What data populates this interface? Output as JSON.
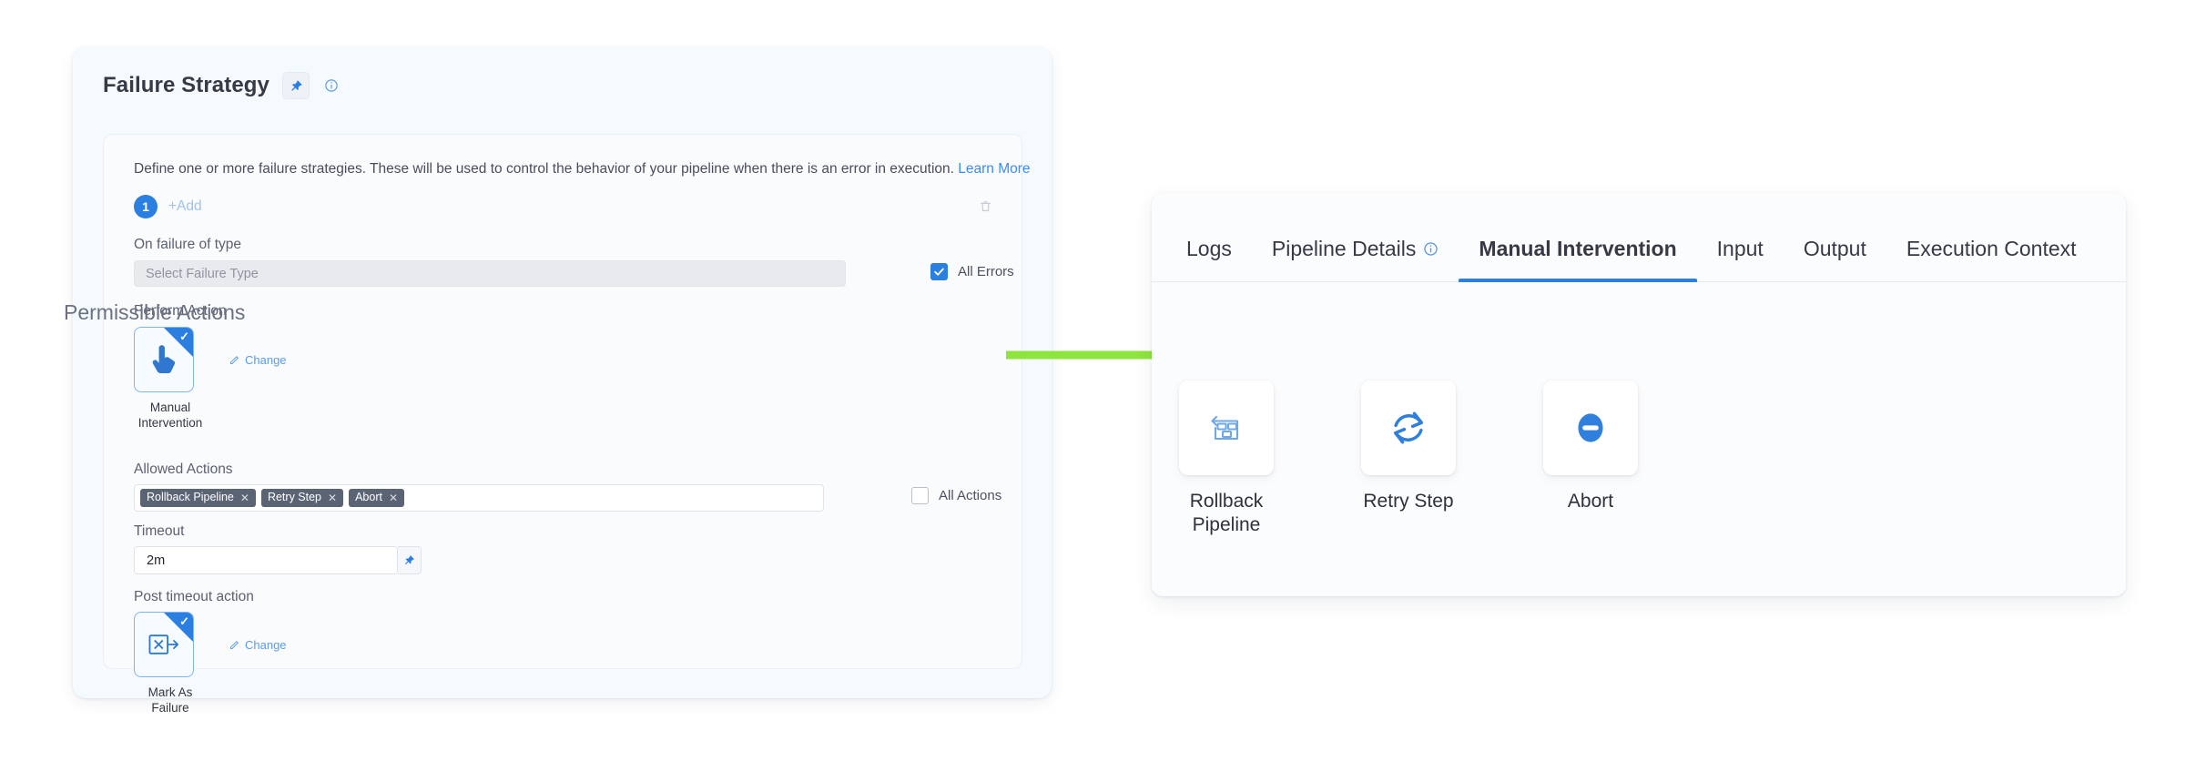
{
  "failure_strategy": {
    "title": "Failure Strategy",
    "pin_icon": "pin-icon",
    "info_icon": "info-circle-icon",
    "description": "Define one or more failure strategies. These will be used to control the behavior of your pipeline when there is an error in execution.",
    "learn_more": "Learn More",
    "strategy_index": "1",
    "add_label": "+Add",
    "delete_icon": "trash-icon",
    "on_failure": {
      "label": "On failure of type",
      "placeholder": "Select Failure Type",
      "value": "",
      "all_errors_label": "All Errors",
      "all_errors_checked": true
    },
    "perform_action": {
      "label": "Perform Action",
      "selected": "Manual\nIntervention",
      "selected_line1": "Manual",
      "selected_line2": "Intervention",
      "icon": "pointing-hand-icon",
      "change_label": "Change",
      "selected_check": "✓"
    },
    "allowed_actions": {
      "label": "Allowed Actions",
      "chips": [
        "Rollback Pipeline",
        "Retry Step",
        "Abort"
      ],
      "chip_remove_glyph": "✕",
      "all_actions_label": "All Actions",
      "all_actions_checked": false
    },
    "timeout": {
      "label": "Timeout",
      "value": "2m",
      "pin_icon": "pin-icon"
    },
    "post_timeout_action": {
      "label": "Post timeout action",
      "selected_line1": "Mark As",
      "selected_line2": "Failure",
      "icon": "mark-as-failure-icon",
      "change_label": "Change",
      "selected_check": "✓"
    }
  },
  "connector": {
    "type": "arrow-right",
    "color": "#8ee53f"
  },
  "execution_panel": {
    "tabs": [
      {
        "label": "Logs",
        "active": false,
        "info_icon": false
      },
      {
        "label": "Pipeline Details",
        "active": false,
        "info_icon": true
      },
      {
        "label": "Manual Intervention",
        "active": true,
        "info_icon": false
      },
      {
        "label": "Input",
        "active": false,
        "info_icon": false
      },
      {
        "label": "Output",
        "active": false,
        "info_icon": false
      },
      {
        "label": "Execution Context",
        "active": false,
        "info_icon": false
      }
    ],
    "section_title": "Permissible Actions",
    "actions": [
      {
        "label_line1": "Rollback",
        "label_line2": "Pipeline",
        "icon": "rollback-pipeline-icon"
      },
      {
        "label_line1": "Retry Step",
        "label_line2": "",
        "icon": "retry-step-icon"
      },
      {
        "label_line1": "Abort",
        "label_line2": "",
        "icon": "abort-icon"
      }
    ]
  },
  "colors": {
    "accent_blue": "#2b7fe0",
    "link_blue": "#3d8bf8",
    "chip_gray": "#5b6475",
    "arrow_green": "#8ee53f"
  }
}
